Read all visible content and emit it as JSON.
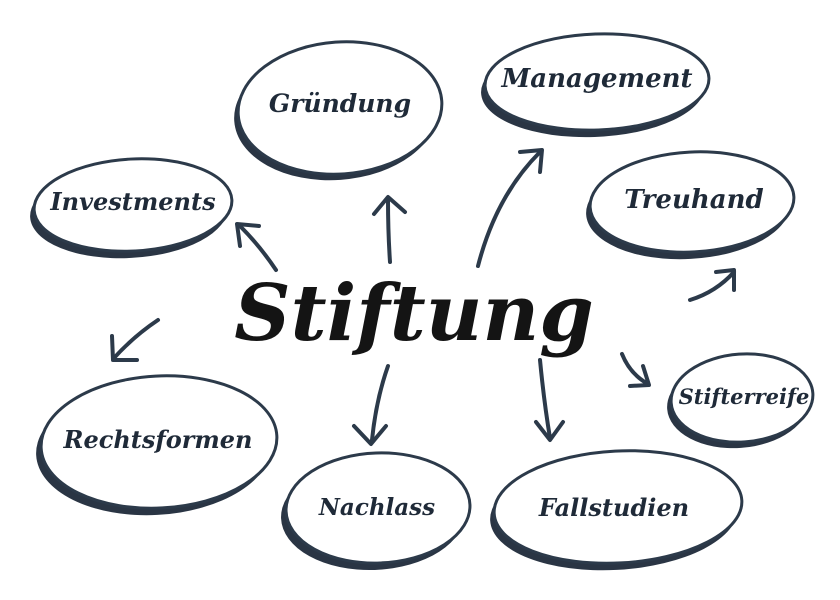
{
  "center": {
    "label": "Stiftung"
  },
  "nodes": [
    {
      "id": "gruendung",
      "label": "Gründung"
    },
    {
      "id": "management",
      "label": "Management"
    },
    {
      "id": "investments",
      "label": "Investments"
    },
    {
      "id": "treuhand",
      "label": "Treuhand"
    },
    {
      "id": "rechtsformen",
      "label": "Rechtsformen"
    },
    {
      "id": "stifterreife",
      "label": "Stifterreife"
    },
    {
      "id": "nachlass",
      "label": "Nachlass"
    },
    {
      "id": "fallstudien",
      "label": "Fallstudien"
    }
  ],
  "colors": {
    "ink": "#1f2a38",
    "stroke": "#2c3a4a",
    "shadow": "#2a3544",
    "background": "#ffffff"
  }
}
